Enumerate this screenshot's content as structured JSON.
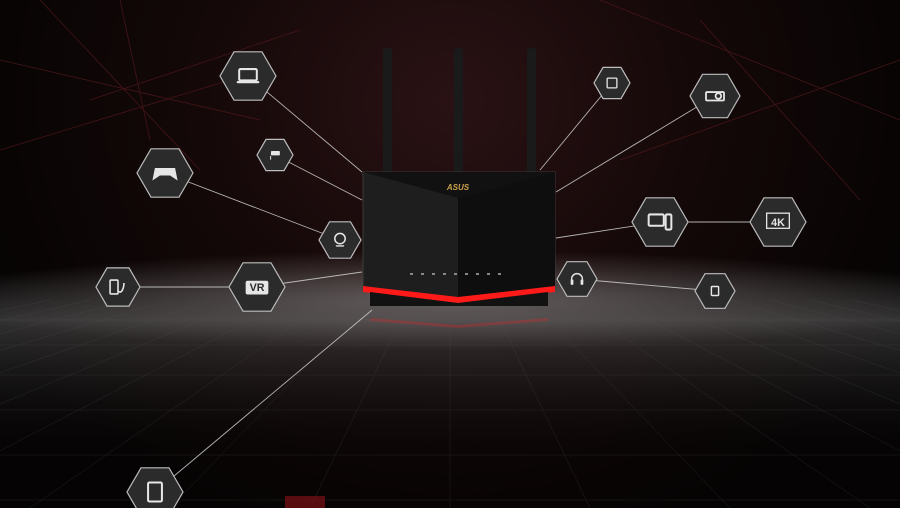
{
  "brand": {
    "logo_text": "ASUS",
    "logo_color": "#c9a24a"
  },
  "colors": {
    "accent_red": "#ff1a1a",
    "hex_fill": "#2b2b2b",
    "hex_stroke": "#bdbdbd",
    "line": "#c8c8c8"
  },
  "devices": [
    {
      "name": "laptop",
      "icon": "laptop-icon"
    },
    {
      "name": "security-camera",
      "icon": "cctv-camera-icon"
    },
    {
      "name": "game-controller",
      "icon": "gamepad-icon"
    },
    {
      "name": "webcam",
      "icon": "webcam-icon"
    },
    {
      "name": "medical-device",
      "icon": "medical-monitor-icon"
    },
    {
      "name": "vr-headset",
      "icon": "vr-headset-icon",
      "label": "VR"
    },
    {
      "name": "fax-phone",
      "icon": "fax-icon"
    },
    {
      "name": "projector",
      "icon": "projector-icon"
    },
    {
      "name": "desktop-pc",
      "icon": "desktop-icon"
    },
    {
      "name": "4k-tv",
      "icon": "tv-4k-icon",
      "label": "4K"
    },
    {
      "name": "headphones",
      "icon": "headphones-icon"
    },
    {
      "name": "smartwatch",
      "icon": "smartwatch-icon"
    },
    {
      "name": "tablet",
      "icon": "tablet-icon"
    }
  ]
}
